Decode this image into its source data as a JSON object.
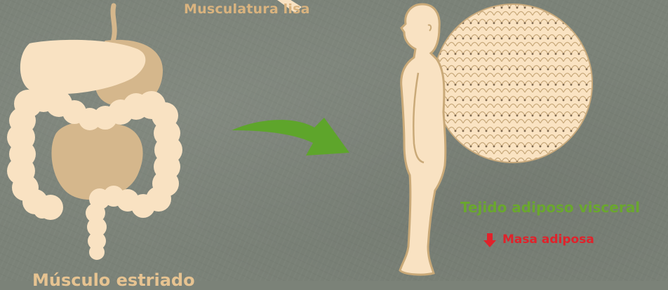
{
  "labels": {
    "top": "Musculatura lisa",
    "visceral": "Tejido adiposo visceral",
    "mass": "Masa adiposa",
    "bottom": "Músculo estriado"
  },
  "icons": {
    "digestive": "digestive-system-icon",
    "arrow": "curved-arrow-right-icon",
    "body": "human-silhouette-icon",
    "adipose": "adipose-tissue-magnified-icon",
    "mass_indicator": "down-arrow-icon"
  },
  "colors": {
    "background": "#7b8278",
    "organ_light": "#f9e2c2",
    "organ_dark": "#d5b78c",
    "arrow": "#5ea52b",
    "visceral_text": "#6aa72e",
    "mass_text": "#e0222b",
    "label_text": "#d9b37f"
  }
}
